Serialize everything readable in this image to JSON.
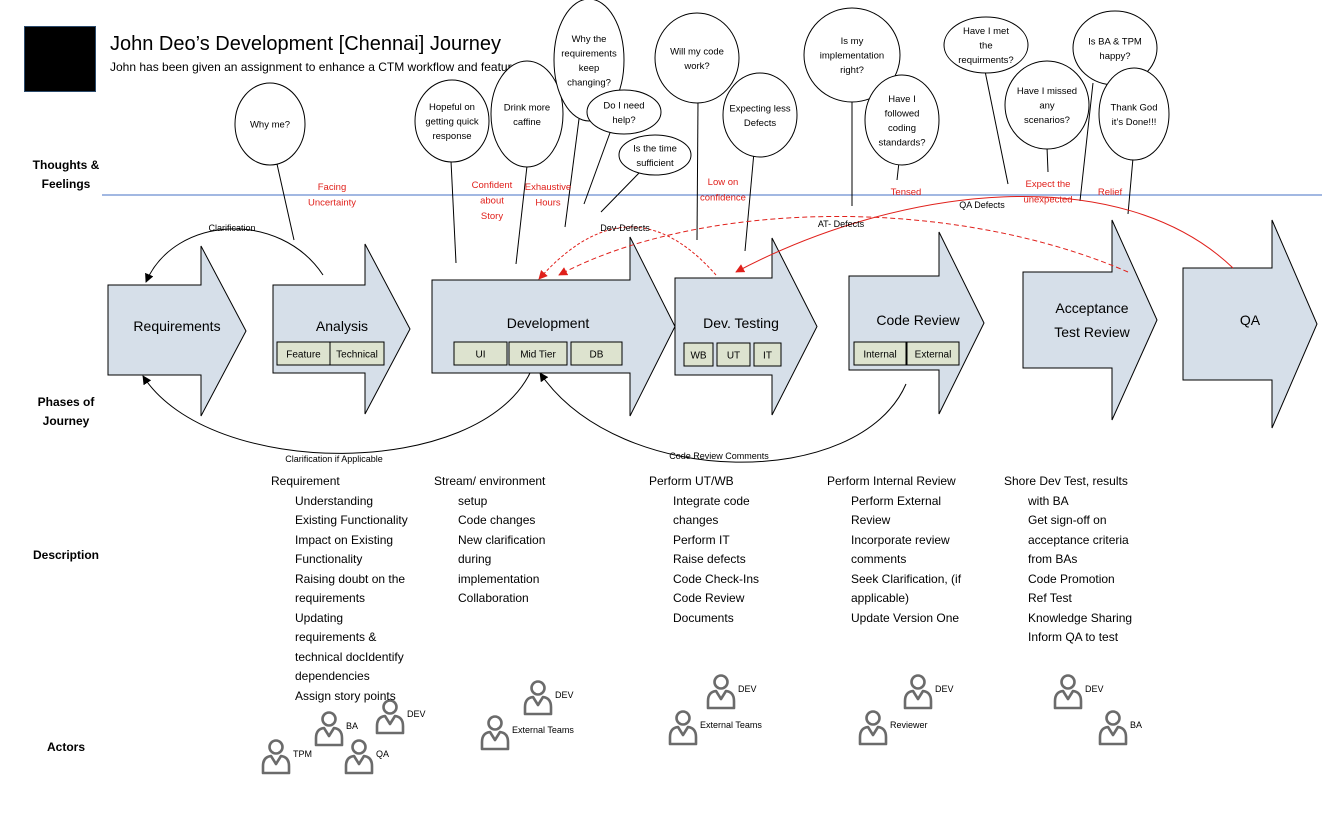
{
  "header": {
    "title": "John Deo’s Development [Chennai] Journey",
    "subtitle": "John has been given an assignment to enhance a CTM workflow and feature."
  },
  "row_labels": {
    "thoughts_line1": "Thoughts &",
    "thoughts_line2": "Feelings",
    "phases_line1": "Phases of",
    "phases_line2": "Journey",
    "description": "Description",
    "actors": "Actors"
  },
  "colors": {
    "phase_fill": "#d6dfe9",
    "sub_fill": "#dde3cf",
    "feeling_text": "#e0201b",
    "divider": "#4472c4",
    "red_arrow": "#e0201b"
  },
  "phases": [
    {
      "name": "Requirements",
      "subs": []
    },
    {
      "name": "Analysis",
      "subs": [
        "Feature",
        "Technical"
      ]
    },
    {
      "name": "Development",
      "subs": [
        "UI",
        "Mid Tier",
        "DB"
      ]
    },
    {
      "name": "Dev. Testing",
      "subs": [
        "WB",
        "UT",
        "IT"
      ]
    },
    {
      "name": "Code Review",
      "subs": [
        "Internal",
        "External"
      ]
    },
    {
      "name": "Acceptance Test Review",
      "lines": [
        "Acceptance",
        "Test Review"
      ],
      "subs": []
    },
    {
      "name": "QA",
      "subs": []
    }
  ],
  "bubbles": [
    [
      "Why me?"
    ],
    [
      "Hopeful on",
      "getting quick",
      "response"
    ],
    [
      "Drink more",
      "caffine"
    ],
    [
      "Why the",
      "requirements",
      "keep",
      "changing?"
    ],
    [
      "Do I need",
      "help?"
    ],
    [
      "Is the time",
      "sufficient"
    ],
    [
      "Will my code",
      "work?"
    ],
    [
      "Expecting less",
      "Defects"
    ],
    [
      "Is my",
      "implementation",
      "right?"
    ],
    [
      "Have I",
      "followed",
      "coding",
      "standards?"
    ],
    [
      "Have I met",
      "the",
      "requirments?"
    ],
    [
      "Have I missed",
      "any",
      "scenarios?"
    ],
    [
      "Is BA & TPM",
      "happy?"
    ],
    [
      "Thank God",
      "it’s Done!!!"
    ]
  ],
  "feelings": [
    [
      "Facing",
      "Uncertainty"
    ],
    [
      "Confident",
      "about",
      "Story"
    ],
    [
      "Exhaustive",
      "Hours"
    ],
    [
      "Low on",
      "confidence"
    ],
    [
      "Tensed"
    ],
    [
      "Expect the",
      "unexpected"
    ],
    [
      "Relief"
    ]
  ],
  "flow_labels": {
    "clarification": "Clarification",
    "clarification_if": "Clarification if Applicable",
    "dev_defects": "Dev-Defects",
    "at_defects": "AT- Defects",
    "qa_defects": "QA Defects",
    "code_review_comments": "Code Review Comments"
  },
  "descriptions": [
    {
      "head": "Requirement",
      "items": [
        "Understanding",
        "Existing Functionality",
        "Impact on Existing",
        "Functionality",
        "Raising doubt on the",
        "requirements",
        "Updating",
        "requirements &",
        "technical docIdentify",
        "dependencies",
        "Assign story points"
      ]
    },
    {
      "head": "Stream/ environment",
      "items": [
        "setup",
        "Code changes",
        "New clarification",
        "during",
        "implementation",
        "Collaboration"
      ]
    },
    {
      "head": "Perform UT/WB",
      "items": [
        "Integrate code",
        "changes",
        "Perform IT",
        "Raise defects",
        "Code Check-Ins",
        "Code Review",
        "Documents"
      ]
    },
    {
      "head": "Perform Internal Review",
      "items": [
        "Perform External",
        "Review",
        "Incorporate review",
        "comments",
        "Seek Clarification, (if",
        "applicable)",
        "Update Version One"
      ]
    },
    {
      "head": "Shore Dev Test, results",
      "items": [
        "with BA",
        "Get sign-off on",
        "acceptance criteria",
        "from BAs",
        "Code Promotion",
        "Ref Test",
        "Knowledge Sharing",
        "Inform QA to test"
      ]
    }
  ],
  "actors": [
    "TPM",
    "BA",
    "DEV",
    "QA",
    "DEV",
    "External Teams",
    "DEV",
    "External Teams",
    "DEV",
    "Reviewer",
    "DEV",
    "BA"
  ]
}
